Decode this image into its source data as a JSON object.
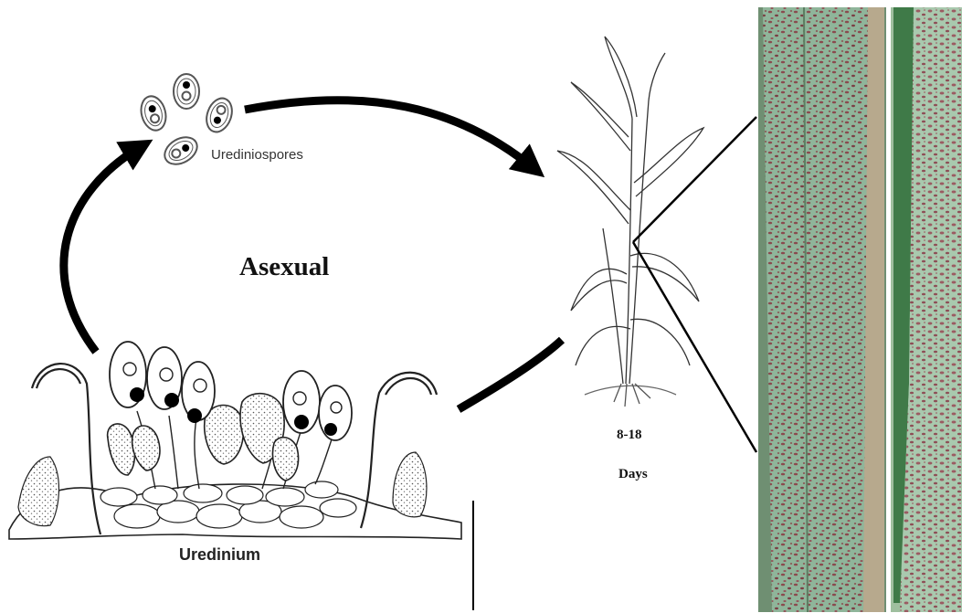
{
  "diagram": {
    "stage_label": "Asexual",
    "spore_label": "Urediniospores",
    "structure_label": "Uredinium",
    "duration_range": "8-18",
    "duration_unit": "Days"
  },
  "colors": {
    "ink": "#111111",
    "spore_outline": "#555555",
    "leaf_green": "#8fb59a",
    "leaf_dark": "#4f7c5a",
    "rust_pustule": "#8a4a4e"
  },
  "icons": [
    "wheat-plant-icon",
    "urediniospore-icon",
    "uredinium-icon",
    "infected-leaf-photo"
  ]
}
